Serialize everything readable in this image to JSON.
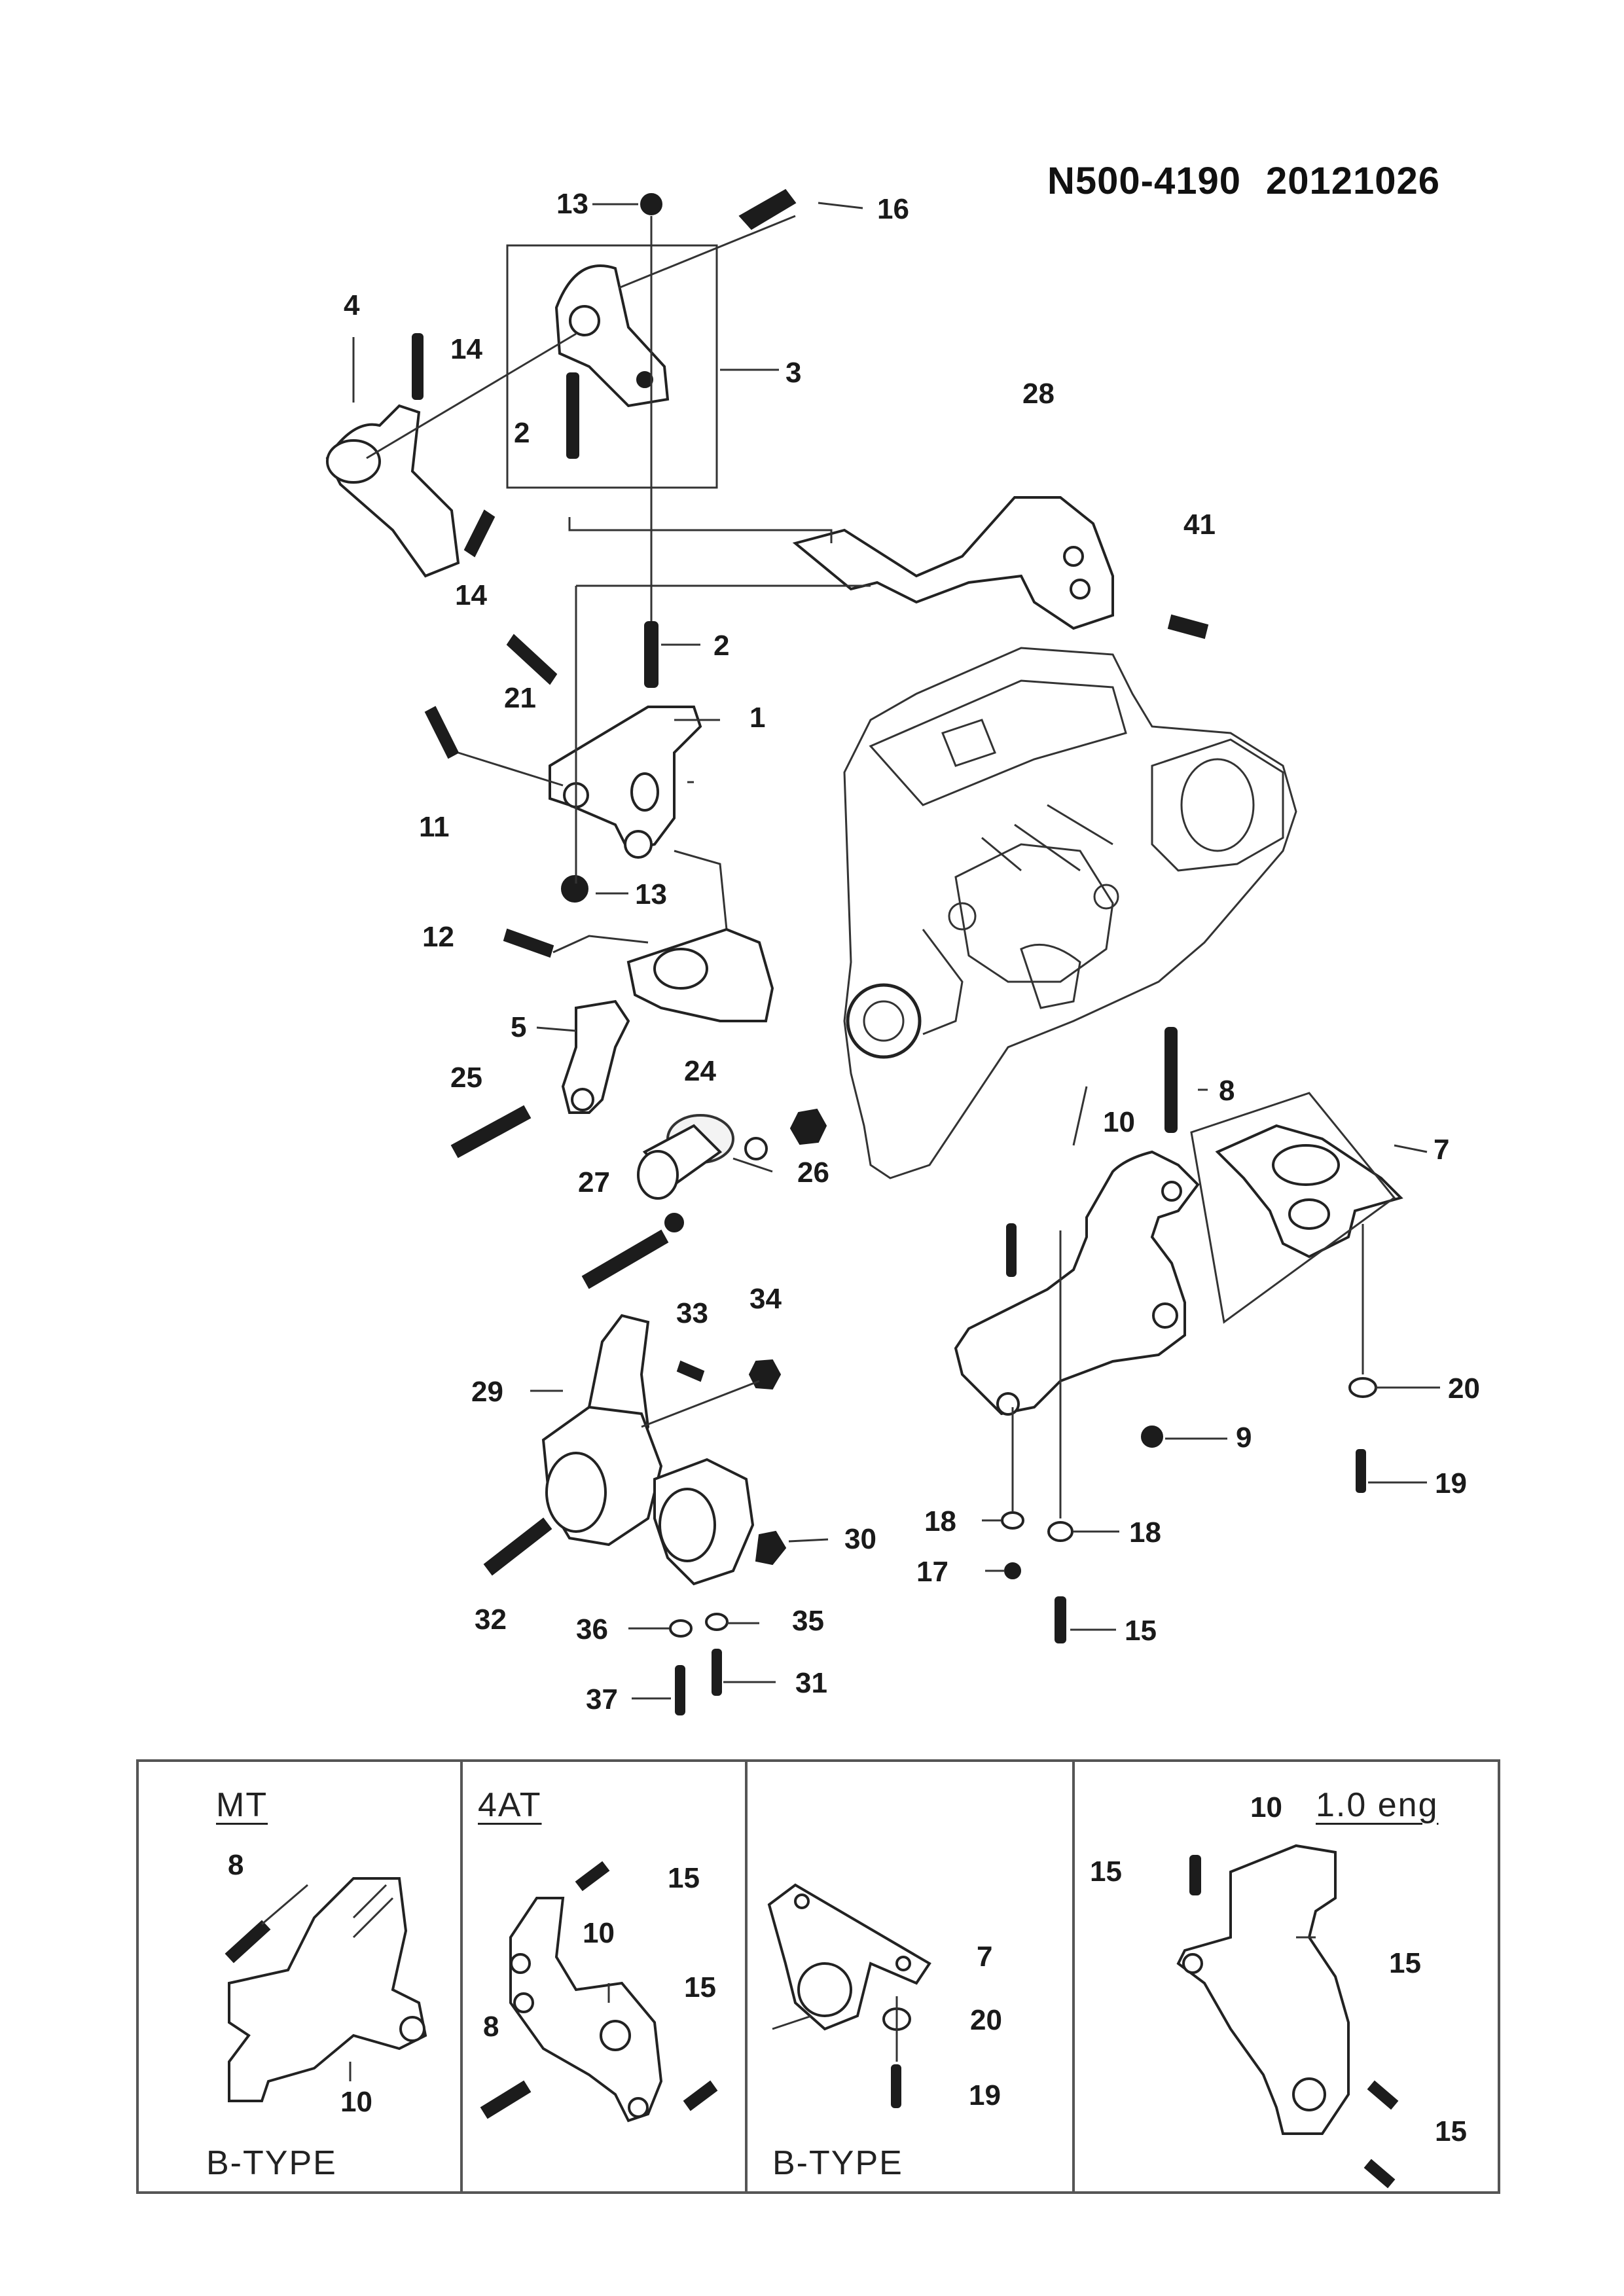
{
  "header": {
    "part_code": "N500-4190",
    "date_code": "20121026"
  },
  "main_callouts": [
    "1",
    "2",
    "2",
    "3",
    "4",
    "5",
    "7",
    "8",
    "9",
    "10",
    "11",
    "12",
    "13",
    "13",
    "14",
    "14",
    "15",
    "16",
    "17",
    "18",
    "18",
    "19",
    "20",
    "21",
    "24",
    "25",
    "26",
    "27",
    "28",
    "29",
    "30",
    "31",
    "32",
    "33",
    "34",
    "35",
    "36",
    "37",
    "41"
  ],
  "inset_panels": [
    {
      "heading": "MT",
      "footer": "B-TYPE",
      "callouts": [
        "8",
        "10"
      ]
    },
    {
      "heading": "4AT",
      "footer": "",
      "callouts": [
        "15",
        "10",
        "8",
        "15"
      ]
    },
    {
      "heading": "",
      "footer": "B-TYPE",
      "callouts": [
        "7",
        "20",
        "19"
      ]
    },
    {
      "heading": "1.0 eng",
      "footer": "",
      "callouts": [
        "10",
        "15",
        "15",
        "15"
      ]
    }
  ]
}
